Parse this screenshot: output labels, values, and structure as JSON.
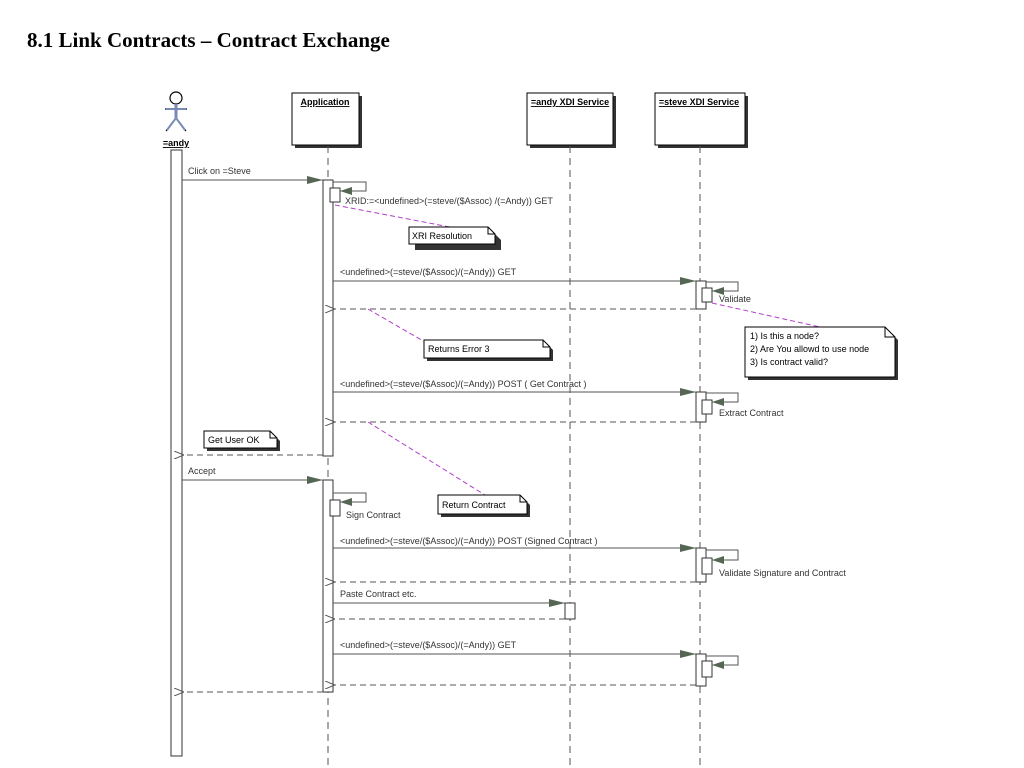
{
  "title": "8.1 Link Contracts – Contract Exchange",
  "actor": {
    "name": "=andy",
    "icon": "stick-figure-icon"
  },
  "lifelines": [
    {
      "id": "application",
      "label": "Application"
    },
    {
      "id": "andy-xdi",
      "label": "=andy XDI Service"
    },
    {
      "id": "steve-xdi",
      "label": "=steve XDI Service"
    }
  ],
  "messages": [
    {
      "id": "msg-click",
      "label": "Click on =Steve",
      "kind": "call"
    },
    {
      "id": "msg-xrid",
      "label": "XRID:=<undefined>(=steve/($Assoc) /(=Andy)) GET",
      "kind": "self"
    },
    {
      "id": "msg-get1",
      "label": "<undefined>(=steve/($Assoc)/(=Andy)) GET",
      "kind": "call"
    },
    {
      "id": "msg-validate",
      "label": "Validate",
      "kind": "self"
    },
    {
      "id": "msg-return1",
      "label": "",
      "kind": "return"
    },
    {
      "id": "msg-post1",
      "label": "<undefined>(=steve/($Assoc)/(=Andy)) POST ( Get Contract )",
      "kind": "call"
    },
    {
      "id": "msg-extract",
      "label": "Extract Contract",
      "kind": "self"
    },
    {
      "id": "msg-return2",
      "label": "",
      "kind": "return"
    },
    {
      "id": "msg-return-actor",
      "label": "",
      "kind": "return"
    },
    {
      "id": "msg-accept",
      "label": "Accept",
      "kind": "call"
    },
    {
      "id": "msg-sign",
      "label": "Sign Contract",
      "kind": "self"
    },
    {
      "id": "msg-post2",
      "label": "<undefined>(=steve/($Assoc)/(=Andy)) POST (Signed Contract )",
      "kind": "call"
    },
    {
      "id": "msg-validate-sig",
      "label": "Validate Signature and Contract",
      "kind": "self"
    },
    {
      "id": "msg-return3",
      "label": "",
      "kind": "return"
    },
    {
      "id": "msg-paste",
      "label": "Paste Contract etc.",
      "kind": "call"
    },
    {
      "id": "msg-return4",
      "label": "",
      "kind": "return"
    },
    {
      "id": "msg-get2",
      "label": "<undefined>(=steve/($Assoc)/(=Andy)) GET",
      "kind": "call"
    },
    {
      "id": "msg-selfcall-final",
      "label": "",
      "kind": "self"
    },
    {
      "id": "msg-return5",
      "label": "",
      "kind": "return"
    },
    {
      "id": "msg-return-final",
      "label": "",
      "kind": "return"
    }
  ],
  "notes": [
    {
      "id": "note-xri",
      "lines": [
        "XRI Resolution"
      ]
    },
    {
      "id": "note-error",
      "lines": [
        "Returns Error 3"
      ]
    },
    {
      "id": "note-checks",
      "lines": [
        "1) Is this a node?",
        "2) Are You allowd to use node",
        "3) Is contract valid?"
      ]
    },
    {
      "id": "note-getuser",
      "lines": [
        "Get User OK"
      ]
    },
    {
      "id": "note-return",
      "lines": [
        "Return Contract"
      ]
    }
  ],
  "colors": {
    "line": "#555555",
    "arrowhead": "#556655",
    "note_link": "#b040c8",
    "box_shadow": "#333333"
  }
}
